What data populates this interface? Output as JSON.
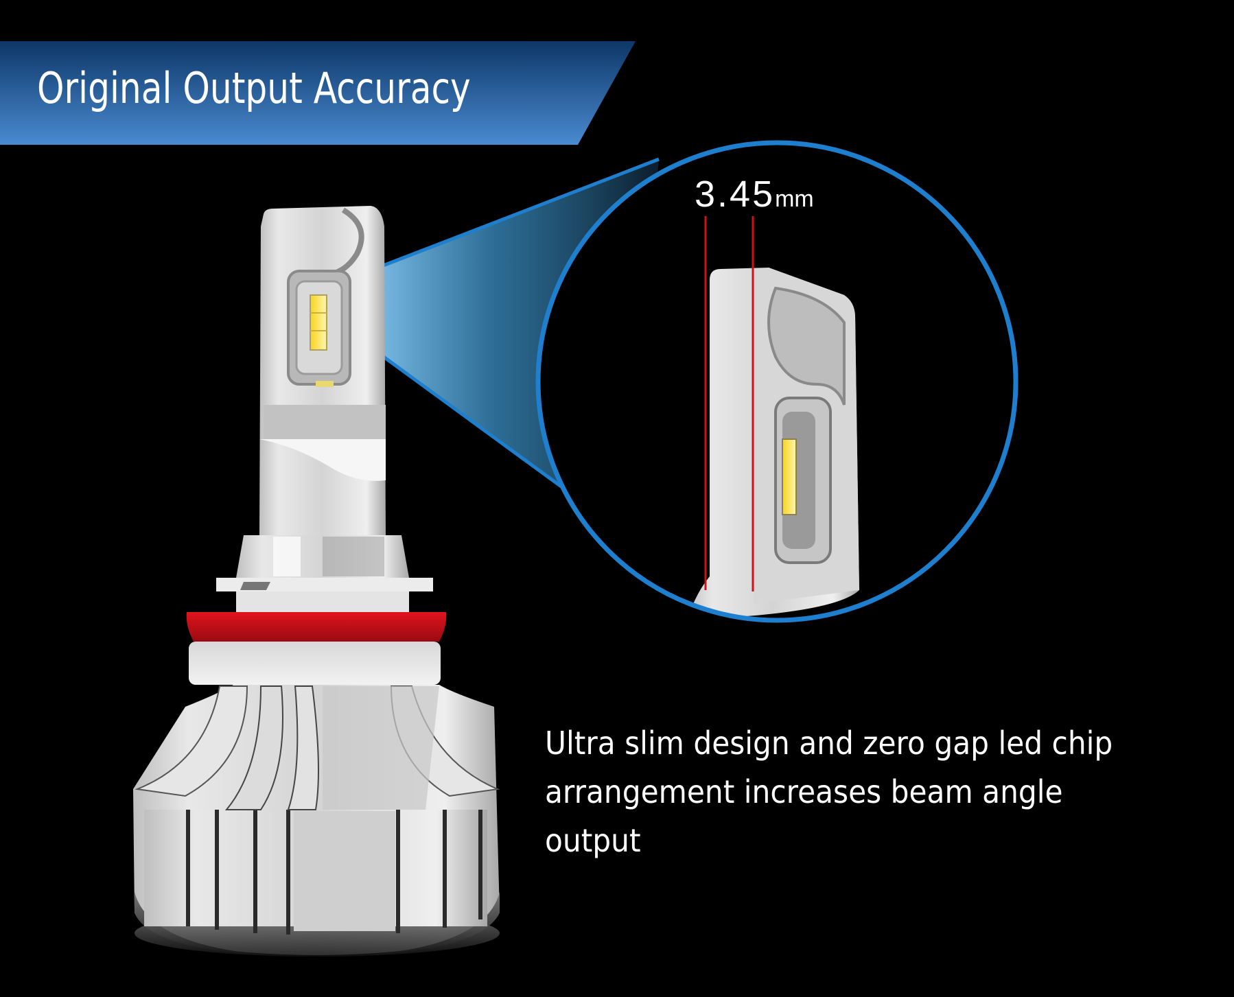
{
  "banner": {
    "title": "Original Output Accuracy",
    "gradient_top": "#0e3a6e",
    "gradient_bottom": "#4a8bd0"
  },
  "magnifier": {
    "dimension_value": "3.45",
    "dimension_unit": "mm",
    "ring_color": "#1f7fcf",
    "measure_line_color": "#d0101a"
  },
  "feature": {
    "lines": [
      "Ultra slim design and zero gap led chip",
      "arrangement increases beam angle",
      "output"
    ]
  },
  "product": {
    "name": "LED headlight bulb",
    "accent_ring_color": "#c0101a",
    "chip_color": "#f5d21a"
  }
}
